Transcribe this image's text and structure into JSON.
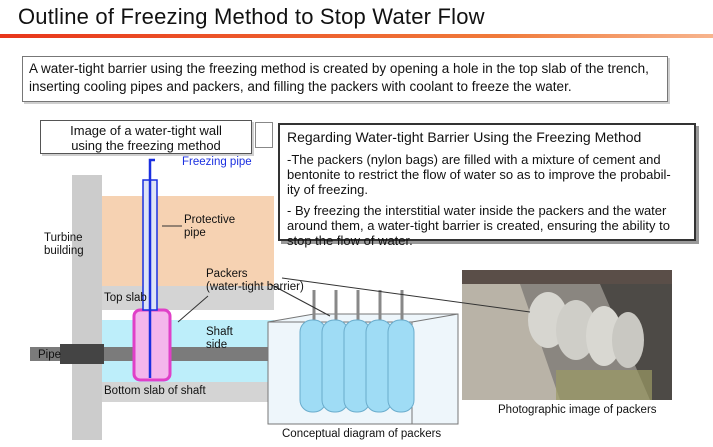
{
  "title": "Outline of Freezing Method to Stop Water Flow",
  "intro": {
    "line1": "A water-tight barrier using the freezing method is created by opening a hole in the top slab of the trench,",
    "line2": "inserting cooling pipes and packers, and filling the packers with coolant to freeze the water."
  },
  "image_caption": {
    "line1": "Image of a water-tight wall",
    "line2": "using the freezing method"
  },
  "note": {
    "heading": "Regarding Water-tight Barrier Using the Freezing Method",
    "bullet1_l1": " -The packers (nylon bags) are filled with a mixture of cement and",
    "bullet1_l2": "bentonite to restrict the flow of water so as to improve the probabil-",
    "bullet1_l3": "ity of freezing.",
    "bullet2_l1": " - By freezing the interstitial water inside the packers and the water",
    "bullet2_l2": "around them, a water-tight barrier is created, ensuring the ability to",
    "bullet2_l3": "stop the flow of water."
  },
  "labels": {
    "freezing_pipe": "Freezing pipe",
    "turbine_1": "Turbine",
    "turbine_2": "building",
    "protective_1": "Protective",
    "protective_2": "pipe",
    "top_slab": "Top slab",
    "packers_1": "Packers",
    "packers_2": "(water-tight barrier)",
    "shaft_1": "Shaft",
    "shaft_2": "side",
    "pipe": "Pipe",
    "bottom_slab": "Bottom slab of shaft",
    "conceptual": "Conceptual diagram of packers",
    "photographic": "Photographic image of packers"
  },
  "colors": {
    "accent_rule": "#e8361b",
    "freezing_pipe": "#1a2fe0",
    "packer": "#e040c8",
    "soil": "#f6d2b2",
    "water": "#bdeefa",
    "slab": "#d4d4d4"
  }
}
